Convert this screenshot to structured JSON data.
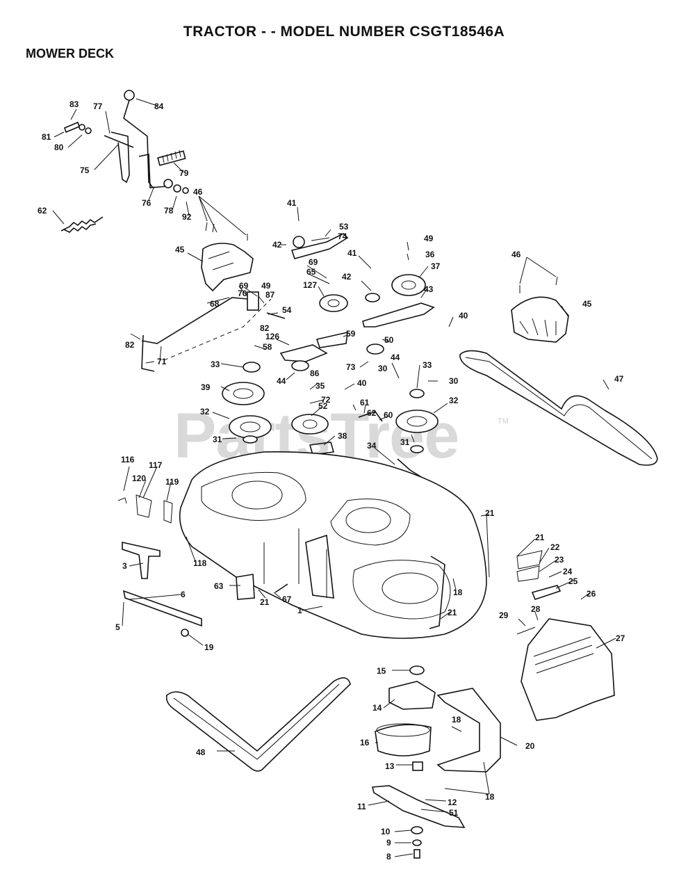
{
  "header": {
    "title": "TRACTOR - - MODEL NUMBER CSGT18546A",
    "subtitle": "MOWER DECK"
  },
  "watermark": {
    "text": "PartsTree",
    "tm": "TM"
  },
  "callouts": [
    "83",
    "77",
    "84",
    "81",
    "80",
    "79",
    "75",
    "76",
    "78",
    "92",
    "62",
    "46",
    "41",
    "53",
    "74",
    "42",
    "49",
    "36",
    "37",
    "45",
    "69",
    "65",
    "127",
    "42",
    "41",
    "43",
    "40",
    "46",
    "45",
    "69",
    "49",
    "87",
    "70",
    "54",
    "68",
    "82",
    "82",
    "71",
    "126",
    "59",
    "50",
    "58",
    "44",
    "33",
    "44",
    "86",
    "73",
    "40",
    "30",
    "33",
    "30",
    "39",
    "35",
    "72",
    "52",
    "61",
    "62",
    "60",
    "32",
    "32",
    "31",
    "38",
    "34",
    "31",
    "47",
    "116",
    "117",
    "120",
    "119",
    "21",
    "3",
    "118",
    "21",
    "22",
    "23",
    "24",
    "25",
    "6",
    "63",
    "21",
    "67",
    "18",
    "26",
    "5",
    "1",
    "21",
    "29",
    "28",
    "27",
    "19",
    "15",
    "14",
    "18",
    "16",
    "48",
    "20",
    "13",
    "18",
    "11",
    "12",
    "51",
    "10",
    "9",
    "8"
  ]
}
